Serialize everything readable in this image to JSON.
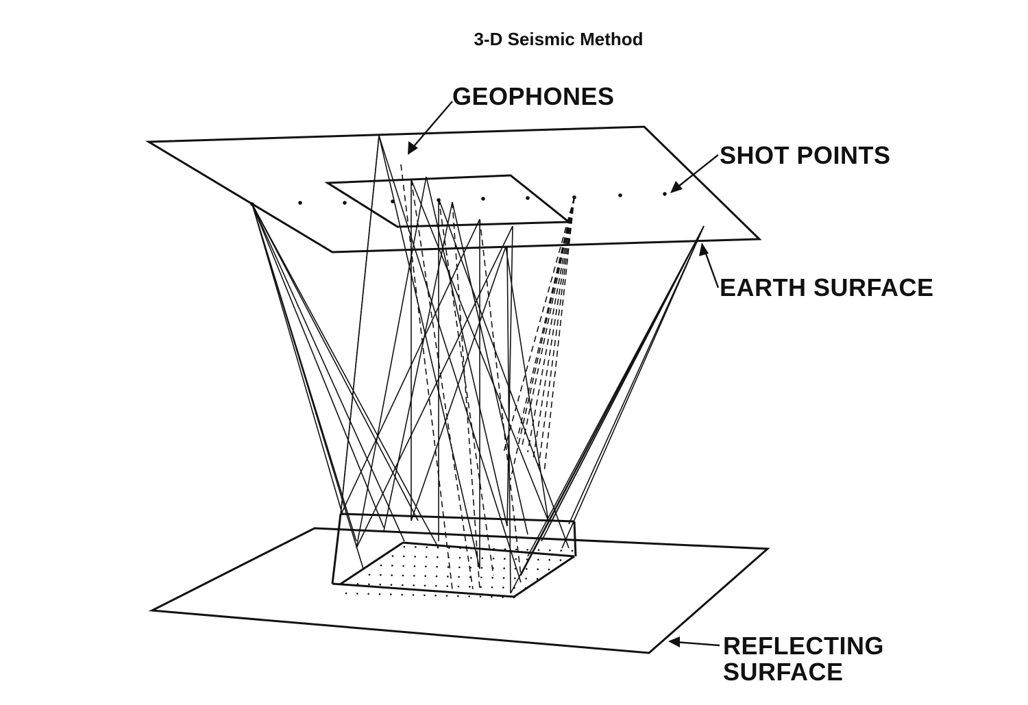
{
  "title": "3-D Seismic Method",
  "labels": {
    "geophones": "GEOPHONES",
    "shot_points": "SHOT POINTS",
    "earth_surface": "EARTH SURFACE",
    "reflecting_line1": "REFLECTING",
    "reflecting_line2": "SURFACE"
  },
  "colors": {
    "ink": "#111111",
    "background": "#ffffff"
  }
}
